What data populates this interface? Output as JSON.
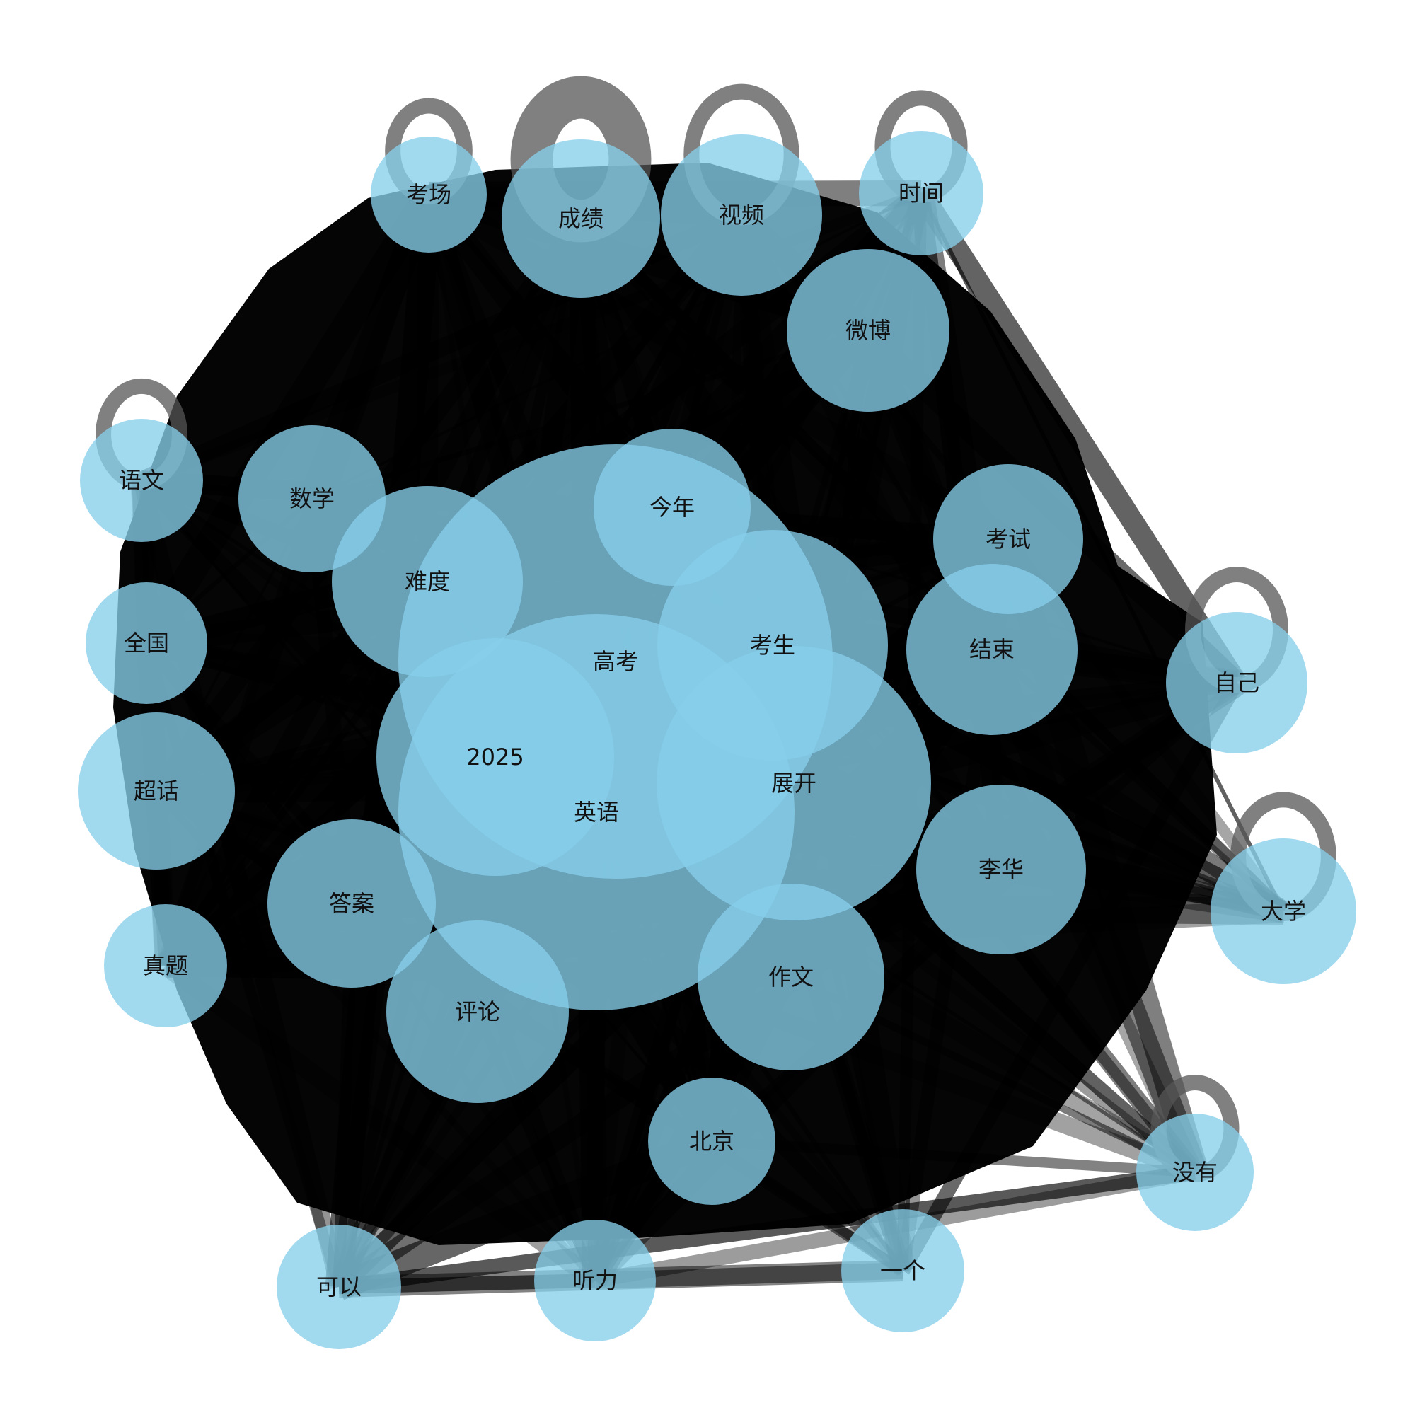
{
  "graph": {
    "node_color": "#87CEEB",
    "edge_color": "#000000",
    "nodes": [
      {
        "id": "高考",
        "label": "高考"
      },
      {
        "id": "英语",
        "label": "英语"
      },
      {
        "id": "2025",
        "label": "2025"
      },
      {
        "id": "展开",
        "label": "展开"
      },
      {
        "id": "考生",
        "label": "考生"
      },
      {
        "id": "今年",
        "label": "今年"
      },
      {
        "id": "难度",
        "label": "难度"
      },
      {
        "id": "数学",
        "label": "数学"
      },
      {
        "id": "语文",
        "label": "语文"
      },
      {
        "id": "全国",
        "label": "全国"
      },
      {
        "id": "超话",
        "label": "超话"
      },
      {
        "id": "真题",
        "label": "真题"
      },
      {
        "id": "答案",
        "label": "答案"
      },
      {
        "id": "评论",
        "label": "评论"
      },
      {
        "id": "作文",
        "label": "作文"
      },
      {
        "id": "北京",
        "label": "北京"
      },
      {
        "id": "可以",
        "label": "可以"
      },
      {
        "id": "听力",
        "label": "听力"
      },
      {
        "id": "一个",
        "label": "一个"
      },
      {
        "id": "没有",
        "label": "没有"
      },
      {
        "id": "大学",
        "label": "大学"
      },
      {
        "id": "李华",
        "label": "李华"
      },
      {
        "id": "自己",
        "label": "自己"
      },
      {
        "id": "结束",
        "label": "结束"
      },
      {
        "id": "考试",
        "label": "考试"
      },
      {
        "id": "微博",
        "label": "微博"
      },
      {
        "id": "时间",
        "label": "时间"
      },
      {
        "id": "视频",
        "label": "视频"
      },
      {
        "id": "成绩",
        "label": "成绩"
      },
      {
        "id": "考场",
        "label": "考场"
      }
    ]
  }
}
